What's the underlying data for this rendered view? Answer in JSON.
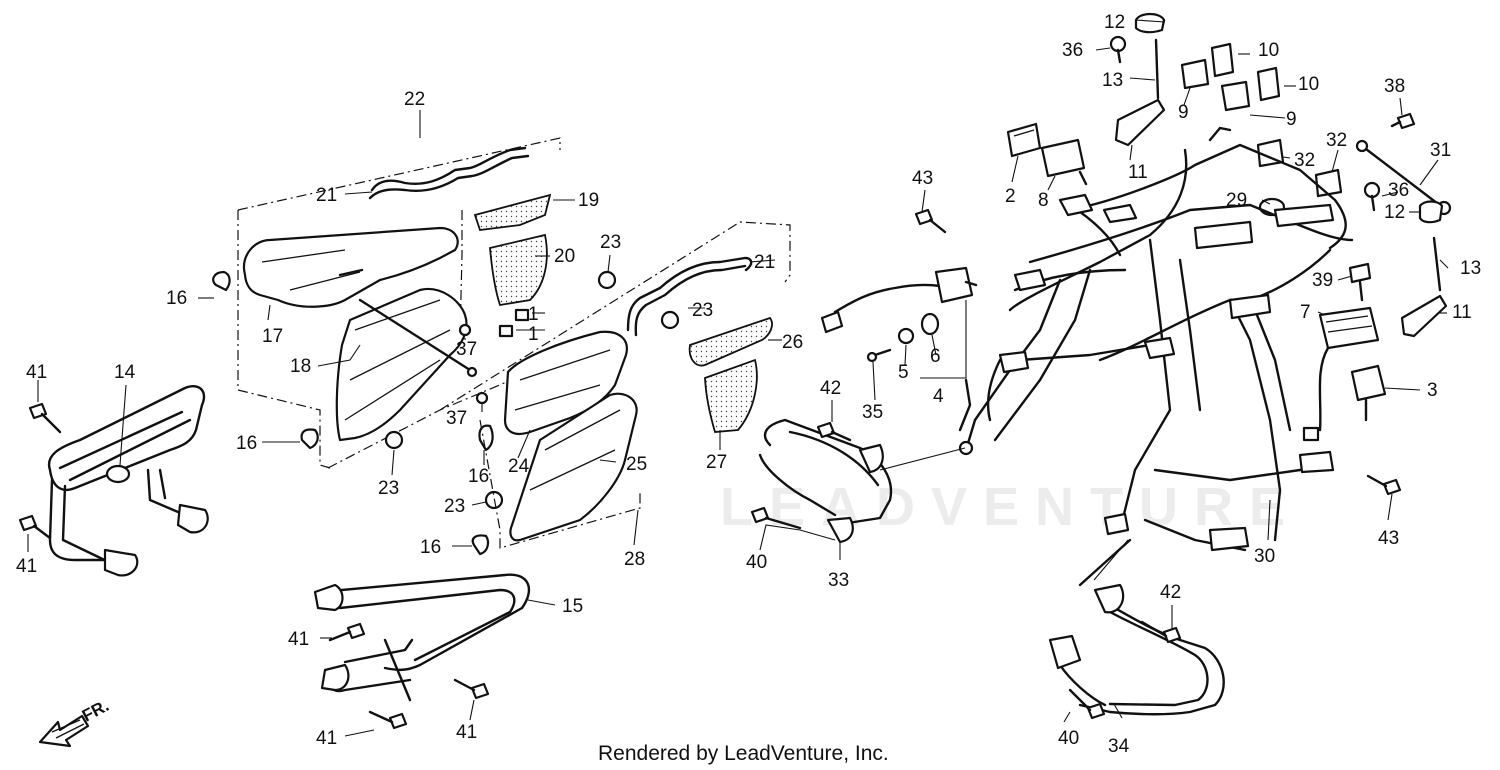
{
  "watermark": "LEADVENTURE",
  "credit": "Rendered by LeadVenture, Inc.",
  "direction_label": "FR.",
  "callouts": [
    "1",
    "1",
    "2",
    "3",
    "4",
    "5",
    "6",
    "7",
    "8",
    "9",
    "9",
    "10",
    "10",
    "11",
    "11",
    "12",
    "12",
    "13",
    "13",
    "14",
    "15",
    "16",
    "16",
    "16",
    "16",
    "17",
    "18",
    "19",
    "20",
    "21",
    "21",
    "22",
    "23",
    "23",
    "23",
    "23",
    "24",
    "25",
    "26",
    "27",
    "28",
    "29",
    "30",
    "31",
    "32",
    "32",
    "33",
    "34",
    "35",
    "36",
    "36",
    "37",
    "37",
    "38",
    "39",
    "40",
    "40",
    "41",
    "41",
    "41",
    "41",
    "41",
    "42",
    "42",
    "43",
    "43"
  ]
}
